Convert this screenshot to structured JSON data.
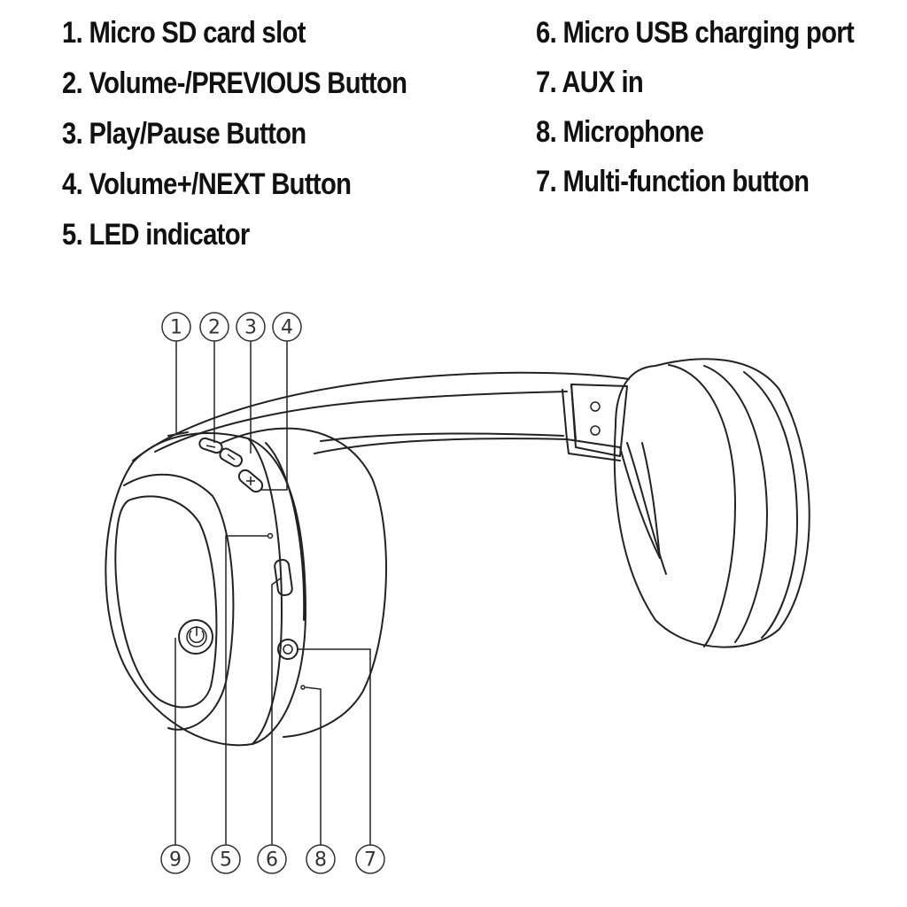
{
  "legend": {
    "left": [
      "1. Micro SD card slot",
      "2. Volume-/PREVIOUS Button",
      "3. Play/Pause Button",
      "4. Volume+/NEXT Button",
      "5. LED indicator"
    ],
    "right": [
      "6. Micro USB charging port",
      "7. AUX in",
      "8. Microphone",
      "7. Multi-function button"
    ]
  },
  "callouts": {
    "top": [
      "1",
      "2",
      "3",
      "4"
    ],
    "bottom": [
      "9",
      "5",
      "6",
      "8",
      "7"
    ]
  },
  "button_icons": [
    "minus-icon",
    "play-pause-icon",
    "plus-icon",
    "power-icon"
  ],
  "colors": {
    "line": "#222222",
    "text": "#111111",
    "background": "#ffffff"
  }
}
